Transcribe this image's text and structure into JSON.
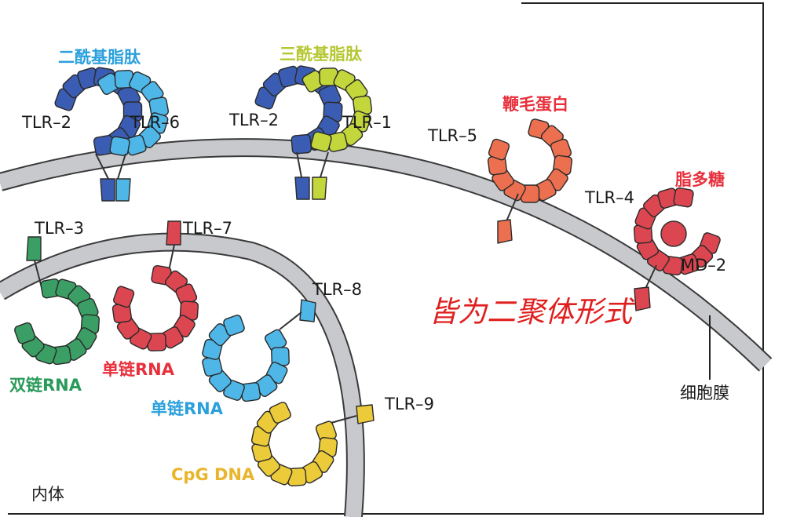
{
  "labels": {
    "tlr2_a": "TLR–2",
    "tlr6": "TLR–6",
    "tlr2_b": "TLR–2",
    "tlr1": "TLR–1",
    "tlr5": "TLR–5",
    "tlr4": "TLR–4",
    "md2": "MD–2",
    "tlr3": "TLR–3",
    "tlr7": "TLR–7",
    "tlr8": "TLR–8",
    "tlr9": "TLR–9",
    "membrane": "细胞膜",
    "endosome": "内体"
  },
  "ligands": {
    "diacyl": "二酰基脂肽",
    "triacyl": "三酰基脂肽",
    "flagellin": "鞭毛蛋白",
    "lps": "脂多糖",
    "dsrna": "双链RNA",
    "ssrna_7": "单链RNA",
    "ssrna_8": "单链RNA",
    "cpg": "CpG DNA"
  },
  "note": "皆为二聚体形式",
  "colors": {
    "dark_blue": "#3a5cb2",
    "light_blue": "#4fb6e8",
    "yellow_green": "#c3d63b",
    "orange": "#ec7050",
    "red": "#dc4650",
    "green": "#3b9e64",
    "yellow": "#eccb3a",
    "label_blue": "#2aa0dc",
    "label_lime": "#b5c733",
    "label_red": "#e8303c",
    "label_green": "#2a9a5a",
    "label_yellow": "#e9b52c",
    "membrane": "#c7c9cd"
  }
}
